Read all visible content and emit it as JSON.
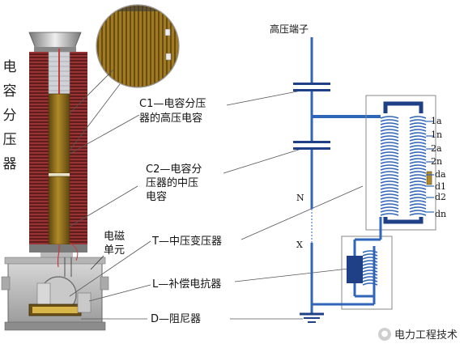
{
  "left_label": "电容分压器",
  "emag_label_line1": "电磁",
  "emag_label_line2": "单元",
  "annotations": {
    "c1_line1": "C1—电容分压",
    "c1_line2": "器的高压电容",
    "c2_line1": "C2—电容分",
    "c2_line2": "压器的中压",
    "c2_line3": "电容",
    "t": "T—中压变压器",
    "l": "L—补偿电抗器",
    "d": "D—阻尼器"
  },
  "schematic": {
    "hv_terminal": "高压端子",
    "node_n": "N",
    "node_x": "X",
    "terminals": [
      "1a",
      "1n",
      "2a",
      "2n",
      "da",
      "d1",
      "d2",
      "dn"
    ]
  },
  "watermark": "电力工程技术",
  "colors": {
    "porcelain": "#8a2c2c",
    "capacitor_body": "#8a6a1c",
    "winding": "#2f66b8",
    "core": "#1f3f86"
  }
}
